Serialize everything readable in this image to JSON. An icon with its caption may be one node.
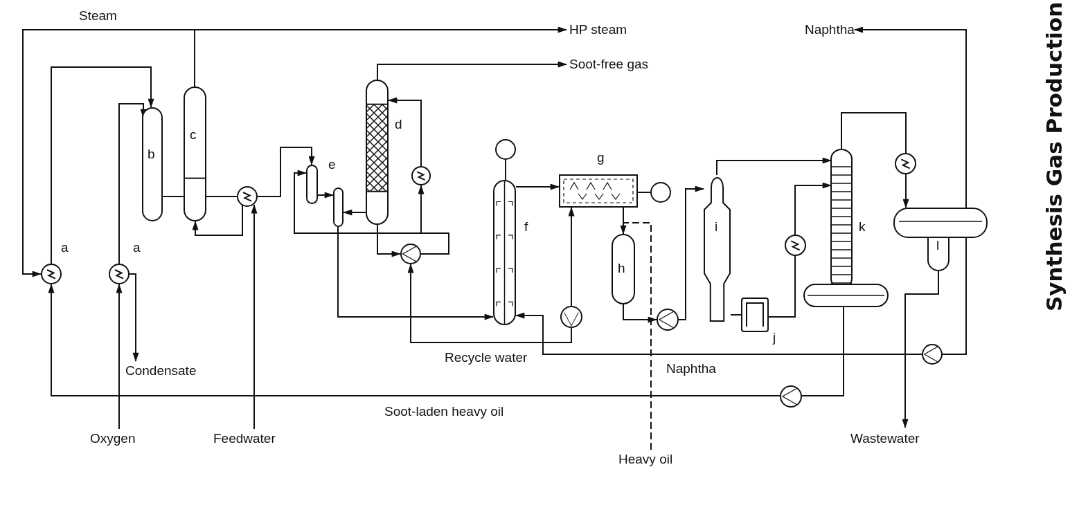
{
  "diagram": {
    "title": "Synthesis Gas Production",
    "nodes": [
      {
        "text": [
          "HP steam"
        ]
      },
      {
        "text": [
          "Soot-free gas"
        ]
      },
      {
        "text": [
          "Naphtha"
        ]
      },
      {
        "text": [
          "a"
        ]
      },
      {
        "text": [
          "a"
        ]
      },
      {
        "text": [
          "b"
        ]
      },
      {
        "text": [
          "c"
        ]
      },
      {
        "text": [],
        "shape": "circle"
      },
      {
        "text": [
          "e"
        ]
      },
      {
        "text": [],
        "shape": "cylinder"
      },
      {
        "text": [
          "d"
        ]
      },
      {
        "text": [],
        "shape": "circle"
      },
      {
        "text": [],
        "shape": "circle"
      },
      {
        "text": [],
        "shape": "circle"
      },
      {
        "text": [
          "f"
        ]
      },
      {
        "text": [
          "g"
        ]
      },
      {
        "text": [],
        "shape": "circle"
      },
      {
        "text": [],
        "shape": "circle"
      },
      {
        "text": [
          "h"
        ]
      },
      {
        "text": [],
        "shape": "circle"
      },
      {
        "text": [
          "i"
        ]
      },
      {
        "text": [
          "j"
        ]
      },
      {
        "text": [],
        "shape": "circle"
      },
      {
        "text": [
          "k"
        ]
      },
      {
        "text": [],
        "shape": "circle"
      },
      {
        "text": [
          "l"
        ]
      },
      {
        "text": [],
        "shape": "circle"
      },
      {
        "text": [],
        "shape": "circle"
      },
      {
        "text": [
          "Condensate"
        ]
      },
      {
        "text": [
          "Oxygen"
        ]
      },
      {
        "text": [
          "Feedwater"
        ]
      },
      {
        "text": [
          "Heavy oil"
        ]
      },
      {
        "text": [
          "Wastewater"
        ]
      }
    ],
    "edges": [
      {
        "from": 6,
        "to": 0,
        "arrow": "to"
      },
      {
        "from": 6,
        "to": 3,
        "arrow": "to",
        "label": "Steam"
      },
      {
        "from": 3,
        "to": 5,
        "arrow": "to"
      },
      {
        "from": 4,
        "to": 5,
        "arrow": "to"
      },
      {
        "from": 29,
        "to": 4,
        "arrow": "to"
      },
      {
        "from": 4,
        "to": 28,
        "arrow": "to"
      },
      {
        "from": 5,
        "to": 6,
        "arrow": "none"
      },
      {
        "from": 6,
        "to": 7,
        "arrow": "none"
      },
      {
        "from": 30,
        "to": 7,
        "arrow": "to"
      },
      {
        "from": 7,
        "to": 6,
        "arrow": "to"
      },
      {
        "from": 7,
        "to": 8,
        "arrow": "to"
      },
      {
        "from": 8,
        "to": 9,
        "arrow": "to"
      },
      {
        "from": 9,
        "to": 14,
        "arrow": "to"
      },
      {
        "from": 10,
        "to": 9,
        "arrow": "to"
      },
      {
        "from": 10,
        "to": 1,
        "arrow": "to"
      },
      {
        "from": 11,
        "to": 10,
        "arrow": "to"
      },
      {
        "from": 12,
        "to": 11,
        "arrow": "to"
      },
      {
        "from": 12,
        "to": 8,
        "arrow": "to"
      },
      {
        "from": 10,
        "to": 12,
        "arrow": "to"
      },
      {
        "from": 17,
        "to": 12,
        "arrow": "to",
        "label": "Recycle water"
      },
      {
        "from": 14,
        "to": 15,
        "arrow": "to"
      },
      {
        "from": 13,
        "to": 14,
        "arrow": "none"
      },
      {
        "from": 15,
        "to": 16,
        "arrow": "none"
      },
      {
        "from": 17,
        "to": 15,
        "arrow": "to"
      },
      {
        "from": 26,
        "to": 14,
        "arrow": "to",
        "label": "Naphtha"
      },
      {
        "from": 31,
        "to": 18,
        "arrow": "to",
        "style": "dashed"
      },
      {
        "from": 15,
        "to": 18,
        "arrow": "none"
      },
      {
        "from": 18,
        "to": 19,
        "arrow": "to"
      },
      {
        "from": 19,
        "to": 20,
        "arrow": "to"
      },
      {
        "from": 20,
        "to": 23,
        "arrow": "to"
      },
      {
        "from": 20,
        "to": 21,
        "arrow": "none"
      },
      {
        "from": 21,
        "to": 22,
        "arrow": "none"
      },
      {
        "from": 22,
        "to": 23,
        "arrow": "to"
      },
      {
        "from": 23,
        "to": 24,
        "arrow": "none"
      },
      {
        "from": 24,
        "to": 25,
        "arrow": "to"
      },
      {
        "from": 26,
        "to": 25,
        "arrow": "to"
      },
      {
        "from": 25,
        "to": 2,
        "arrow": "to"
      },
      {
        "from": 25,
        "to": 32,
        "arrow": "to"
      },
      {
        "from": 23,
        "to": 27,
        "arrow": "none"
      },
      {
        "from": 27,
        "to": 3,
        "arrow": "to",
        "label": "Soot-laden heavy oil"
      }
    ]
  }
}
